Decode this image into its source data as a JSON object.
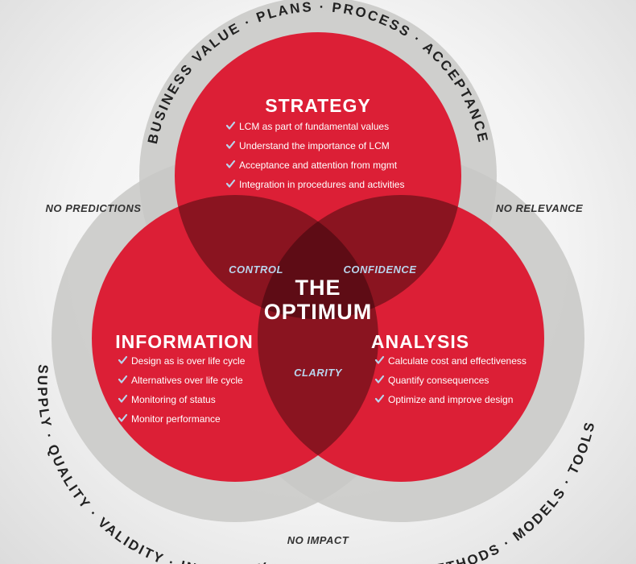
{
  "diagram": {
    "center_title": [
      "THE",
      "OPTIMUM"
    ],
    "outer_labels": {
      "top_left": "NO PREDICTIONS",
      "top_right": "NO RELEVANCE",
      "bottom": "NO IMPACT"
    },
    "intersections": {
      "strategy_information": "CONTROL",
      "strategy_analysis": "CONFIDENCE",
      "information_analysis": "CLARITY"
    },
    "circles": {
      "strategy": {
        "title": "STRATEGY",
        "ring_text": "BUSINESS VALUE · PLANS · PROCESS · ACCEPTANCE",
        "items": [
          "LCM as part of fundamental values",
          "Understand the importance of LCM",
          "Acceptance and attention from mgmt",
          "Integration in procedures and activities"
        ]
      },
      "information": {
        "title": "INFORMATION",
        "ring_text": "SUPPLY · QUALITY · VALIDITY · INTEGRITY",
        "items": [
          "Design as is over life cycle",
          "Alternatives over life cycle",
          "Monitoring of status",
          "Monitor performance"
        ]
      },
      "analysis": {
        "title": "ANALYSIS",
        "ring_text": "METHODS · MODELS · TOOLS",
        "items": [
          "Calculate cost and effectiveness",
          "Quantify consequences",
          "Optimize and improve design"
        ]
      }
    },
    "colors": {
      "circle_red": "#dc1f36",
      "overlap_dark": "#8a1420",
      "center_dark": "#5e0c15",
      "ring_gray": "#c8c8c6",
      "accent_blue": "#b9d4ec"
    }
  }
}
